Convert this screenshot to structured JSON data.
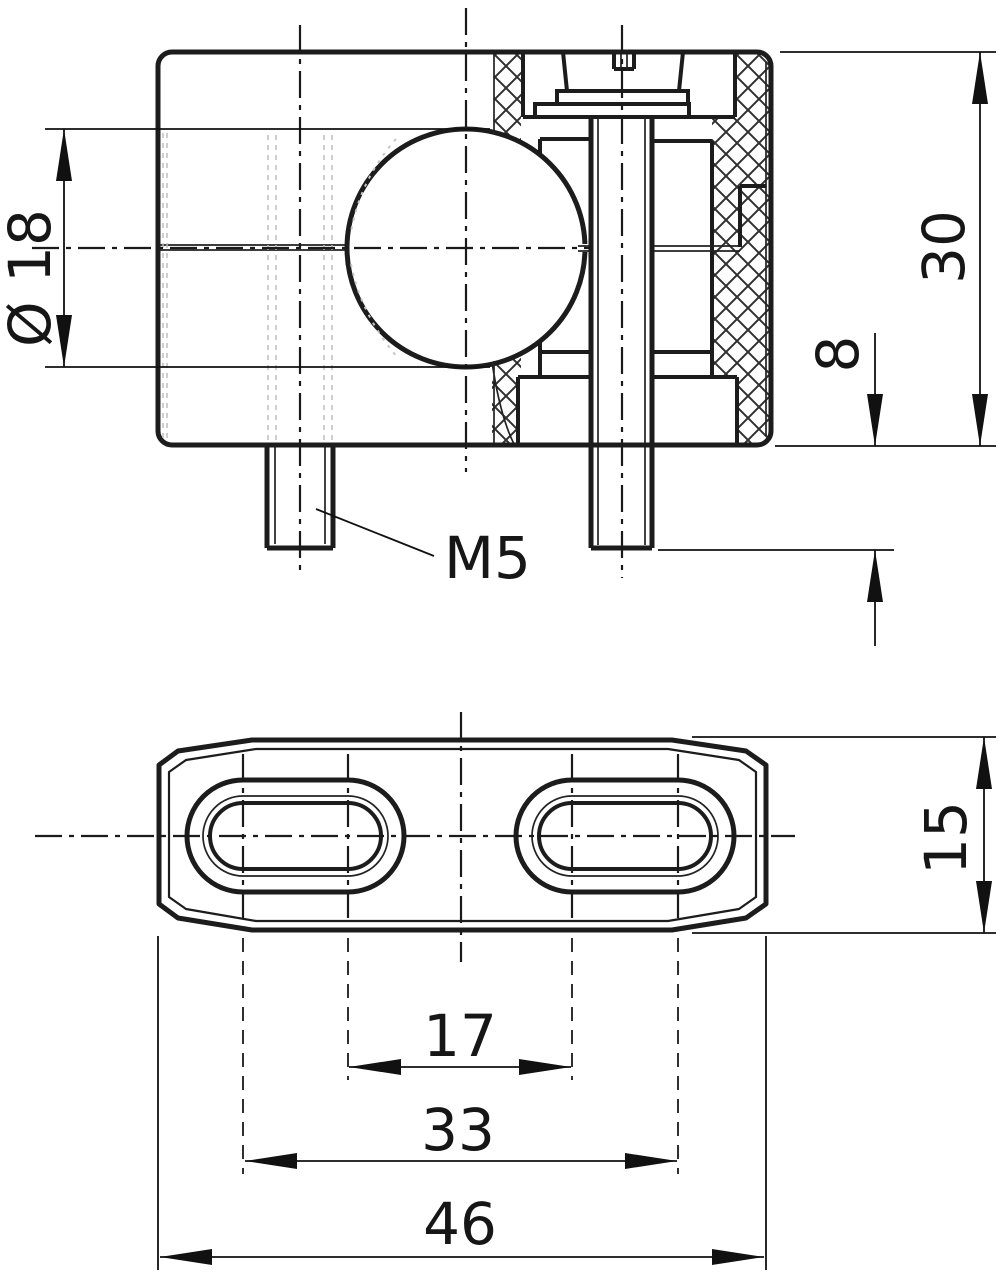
{
  "drawing": {
    "type": "technical-drawing",
    "part": "tube clamp block, sectioned side view and bottom view",
    "colors": {
      "background": "#ffffff",
      "line": "#1c1c1c",
      "hatch": "#303030",
      "hidden_detail": "#bdbdbd"
    },
    "dims": {
      "d18": {
        "label": "Ø 18",
        "value": 18,
        "orientation": "vertical-rotated"
      },
      "d30": {
        "label": "30",
        "value": 30,
        "orientation": "vertical-rotated"
      },
      "d8": {
        "label": "8",
        "value": 8,
        "orientation": "vertical-rotated"
      },
      "m5": {
        "label": "M5",
        "orientation": "horizontal-leader"
      },
      "d17": {
        "label": "17",
        "value": 17,
        "orientation": "horizontal"
      },
      "d33": {
        "label": "33",
        "value": 33,
        "orientation": "horizontal"
      },
      "d46": {
        "label": "46",
        "value": 46,
        "orientation": "horizontal"
      },
      "d15": {
        "label": "15",
        "value": 15,
        "orientation": "vertical-rotated"
      }
    }
  }
}
